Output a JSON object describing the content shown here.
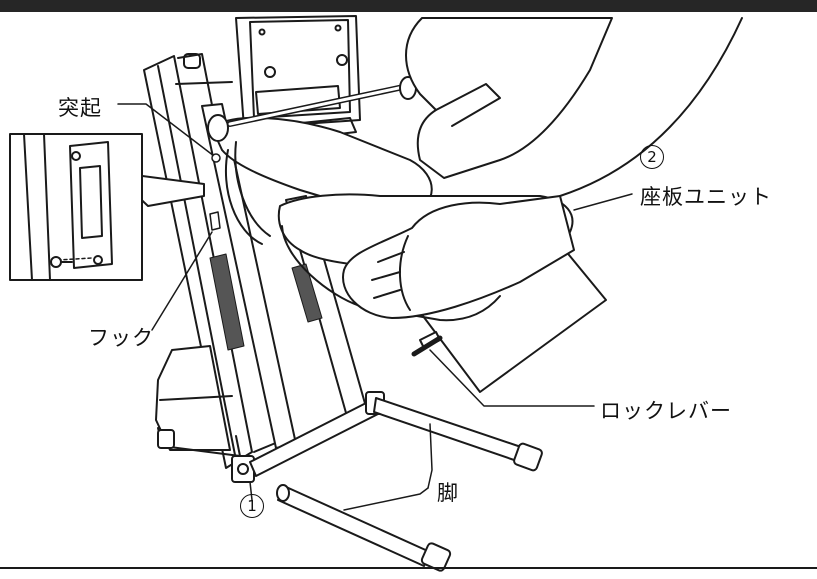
{
  "labels": {
    "protrusion": "突起",
    "hook": "フック",
    "seat_unit_number": "2",
    "seat_unit": "座板ユニット",
    "lock_lever": "ロックレバー",
    "leg": "脚",
    "leg_number": "1"
  }
}
